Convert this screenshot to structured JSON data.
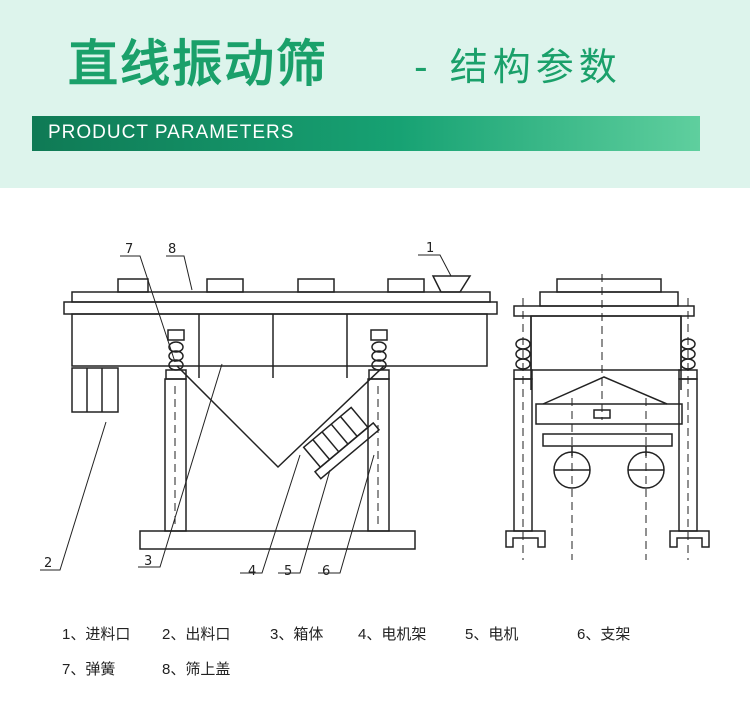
{
  "header": {
    "title": "直线振动筛",
    "subtitle": "- 结构参数",
    "band_label": "PRODUCT PARAMETERS"
  },
  "colors": {
    "accent": "#1aa06a",
    "header_bg": "#ddf4ec",
    "line": "#222222"
  },
  "callouts": [
    "1",
    "2",
    "3",
    "4",
    "5",
    "6",
    "7",
    "8"
  ],
  "legend": [
    {
      "num": "1",
      "sep": "、",
      "label": "进料口"
    },
    {
      "num": "2",
      "sep": "、",
      "label": "出料口"
    },
    {
      "num": "3",
      "sep": "、",
      "label": "箱体"
    },
    {
      "num": "4",
      "sep": "、",
      "label": "电机架"
    },
    {
      "num": "5",
      "sep": "、",
      "label": "电机"
    },
    {
      "num": "6",
      "sep": "、",
      "label": "支架"
    },
    {
      "num": "7",
      "sep": "、",
      "label": "弹簧"
    },
    {
      "num": "8",
      "sep": "、",
      "label": "筛上盖"
    }
  ]
}
